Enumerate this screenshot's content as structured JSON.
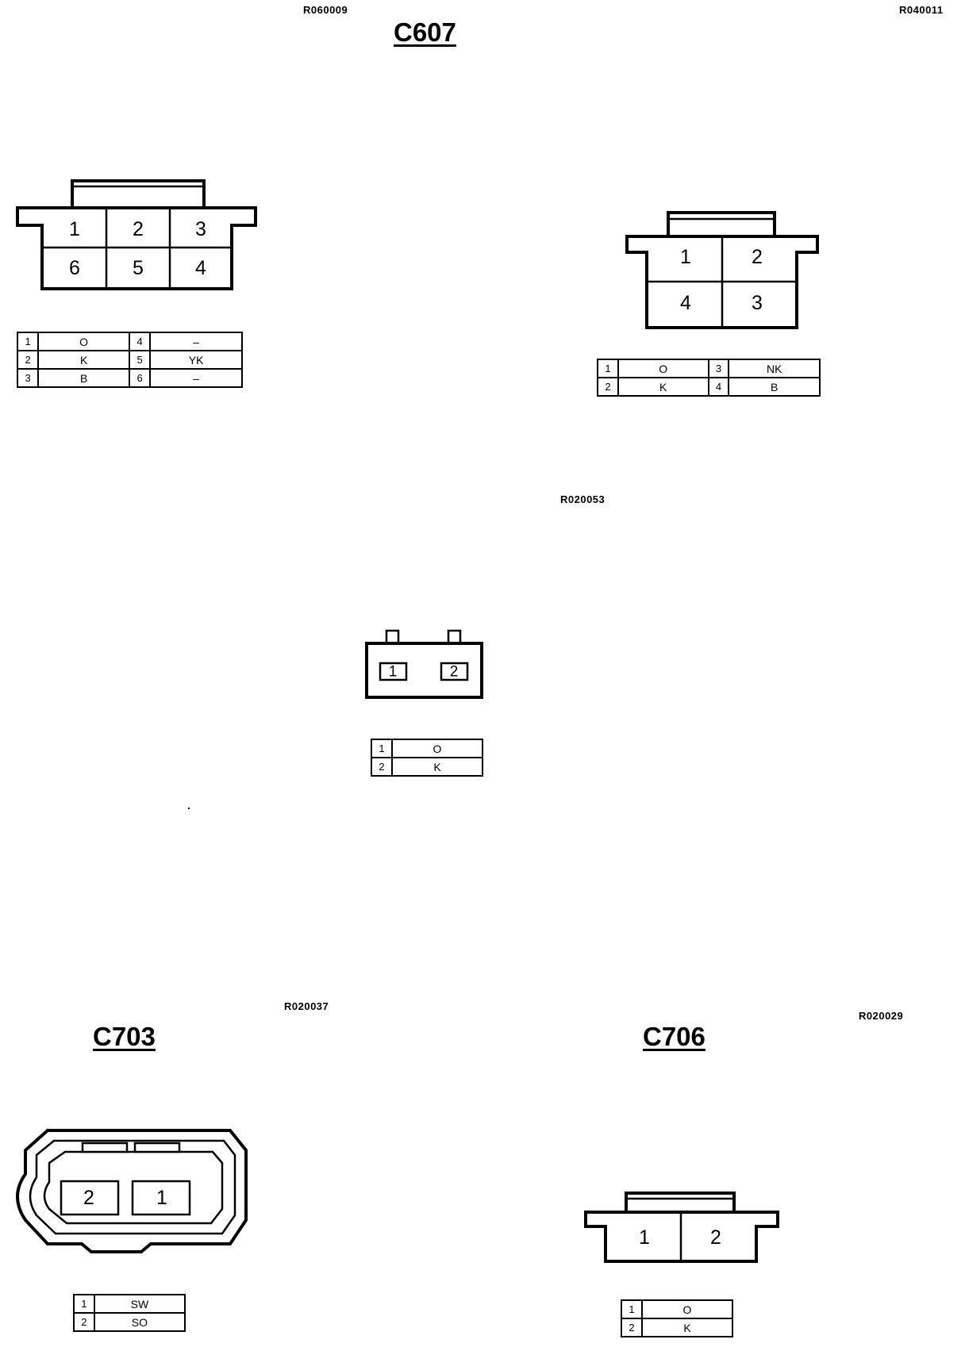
{
  "ref_codes": {
    "c607": "R060009",
    "top_right": "R040011",
    "middle": "R020053",
    "c703": "R020037",
    "c706": "R020029"
  },
  "connectors": {
    "c607": {
      "title": "C607",
      "cavities": [
        "1",
        "2",
        "3",
        "6",
        "5",
        "4"
      ],
      "pins": [
        {
          "num": "1",
          "wire": "O",
          "num2": "4",
          "wire2": "–"
        },
        {
          "num": "2",
          "wire": "K",
          "num2": "5",
          "wire2": "YK"
        },
        {
          "num": "3",
          "wire": "B",
          "num2": "6",
          "wire2": "–"
        }
      ]
    },
    "four_way": {
      "title": "",
      "cavities": [
        "1",
        "2",
        "4",
        "3"
      ],
      "pins": [
        {
          "num": "1",
          "wire": "O",
          "num2": "3",
          "wire2": "NK"
        },
        {
          "num": "2",
          "wire": "K",
          "num2": "4",
          "wire2": "B"
        }
      ]
    },
    "two_way_small": {
      "title": "",
      "cavities": [
        "1",
        "2"
      ],
      "pins": [
        {
          "num": "1",
          "wire": "O"
        },
        {
          "num": "2",
          "wire": "K"
        }
      ]
    },
    "c703": {
      "title": "C703",
      "cavities": [
        "2",
        "1"
      ],
      "pins": [
        {
          "num": "1",
          "wire": "SW"
        },
        {
          "num": "2",
          "wire": "SO"
        }
      ]
    },
    "c706": {
      "title": "C706",
      "cavities": [
        "1",
        "2"
      ],
      "pins": [
        {
          "num": "1",
          "wire": "O"
        },
        {
          "num": "2",
          "wire": "K"
        }
      ]
    }
  }
}
